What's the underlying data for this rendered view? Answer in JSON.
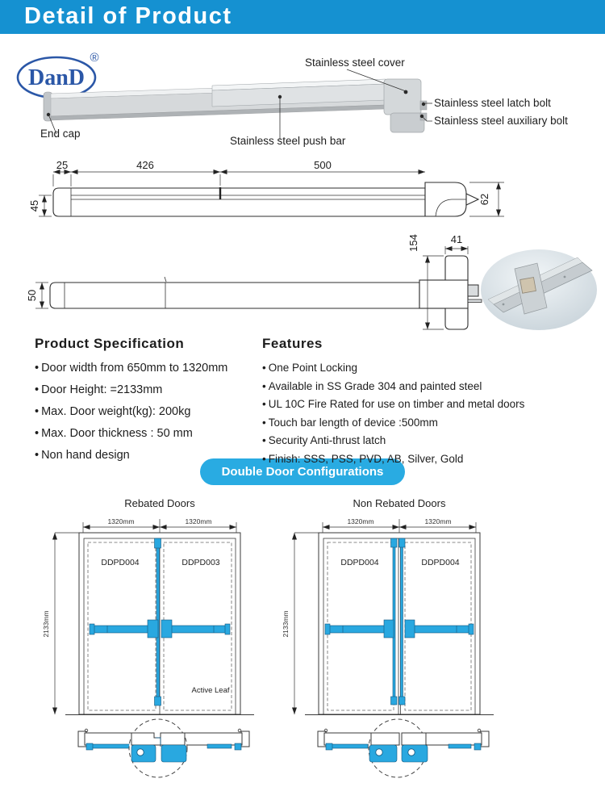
{
  "header": {
    "title": "Detail of Product"
  },
  "logo": {
    "text": "DanD",
    "registered": "®"
  },
  "product_labels": {
    "cover": "Stainless steel cover",
    "latch_bolt": "Stainless steel latch bolt",
    "auxiliary_bolt": "Stainless steel auxiliary bolt",
    "end_cap": "End cap",
    "push_bar": "Stainless steel push bar"
  },
  "dimensions": {
    "side_view": {
      "end_cap": "25",
      "body": "426",
      "touch_bar": "500",
      "bar_height": "45",
      "head_height": "62"
    },
    "top_view": {
      "head_length": "154",
      "head_width": "41",
      "bar_width": "50"
    }
  },
  "specification": {
    "title": "Product Specification",
    "items": [
      "Door width from 650mm to 1320mm",
      "Door Height: =2133mm",
      "Max. Door weight(kg): 200kg",
      "Max. Door thickness : 50 mm",
      "Non hand design"
    ]
  },
  "features": {
    "title": "Features",
    "items": [
      "One Point Locking",
      "Available in SS Grade 304 and painted steel",
      "UL 10C Fire Rated for use on timber and metal doors",
      "Touch bar length of device :500mm",
      "Security Anti-thrust latch",
      "Finish: SSS, PSS, PVD, AB, Silver, Gold"
    ]
  },
  "configurations": {
    "button_label": "Double Door Configurations",
    "diagrams": [
      {
        "title": "Rebated Doors",
        "left_width": "1320mm",
        "right_width": "1320mm",
        "left_model": "DDPD004",
        "right_model": "DDPD003",
        "height": "2133mm",
        "note": "Active Leaf"
      },
      {
        "title": "Non Rebated Doors",
        "left_width": "1320mm",
        "right_width": "1320mm",
        "left_model": "DDPD004",
        "right_model": "DDPD004",
        "height": "2133mm"
      }
    ]
  },
  "colors": {
    "header_blue": "#1591d1",
    "accent_cyan": "#29abe2",
    "device_blue": "#29a8e0",
    "logo_blue": "#2b57a7"
  }
}
